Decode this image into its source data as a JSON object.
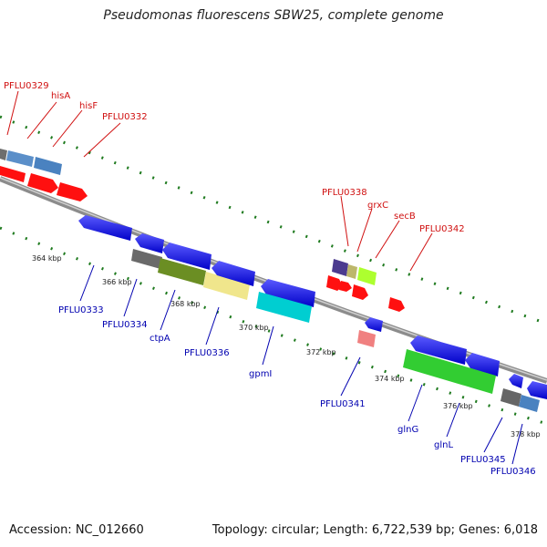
{
  "title": "Pseudomonas fluorescens SBW25, complete genome",
  "accession": "Accession: NC_012660",
  "summary": "Topology: circular; Length: 6,722,539 bp; Genes: 6,018",
  "colors": {
    "forward_label": "#d01010",
    "reverse_label": "#0000b0",
    "backbone": "#888888",
    "tick": "#1e7a1e"
  },
  "kbp_labels": [
    "364 kbp",
    "366 kbp",
    "368 kbp",
    "370 kbp",
    "372 kbp",
    "374 kbp",
    "376 kbp",
    "378 kbp"
  ],
  "top_genes": [
    "PFLU0329",
    "hisA",
    "hisF",
    "PFLU0332",
    "PFLU0338",
    "grxC",
    "secB",
    "PFLU0342"
  ],
  "bottom_genes": [
    "PFLU0333",
    "PFLU0334",
    "ctpA",
    "PFLU0336",
    "gpmI",
    "PFLU0341",
    "glnG",
    "glnL",
    "PFLU0345",
    "PFLU0346"
  ]
}
